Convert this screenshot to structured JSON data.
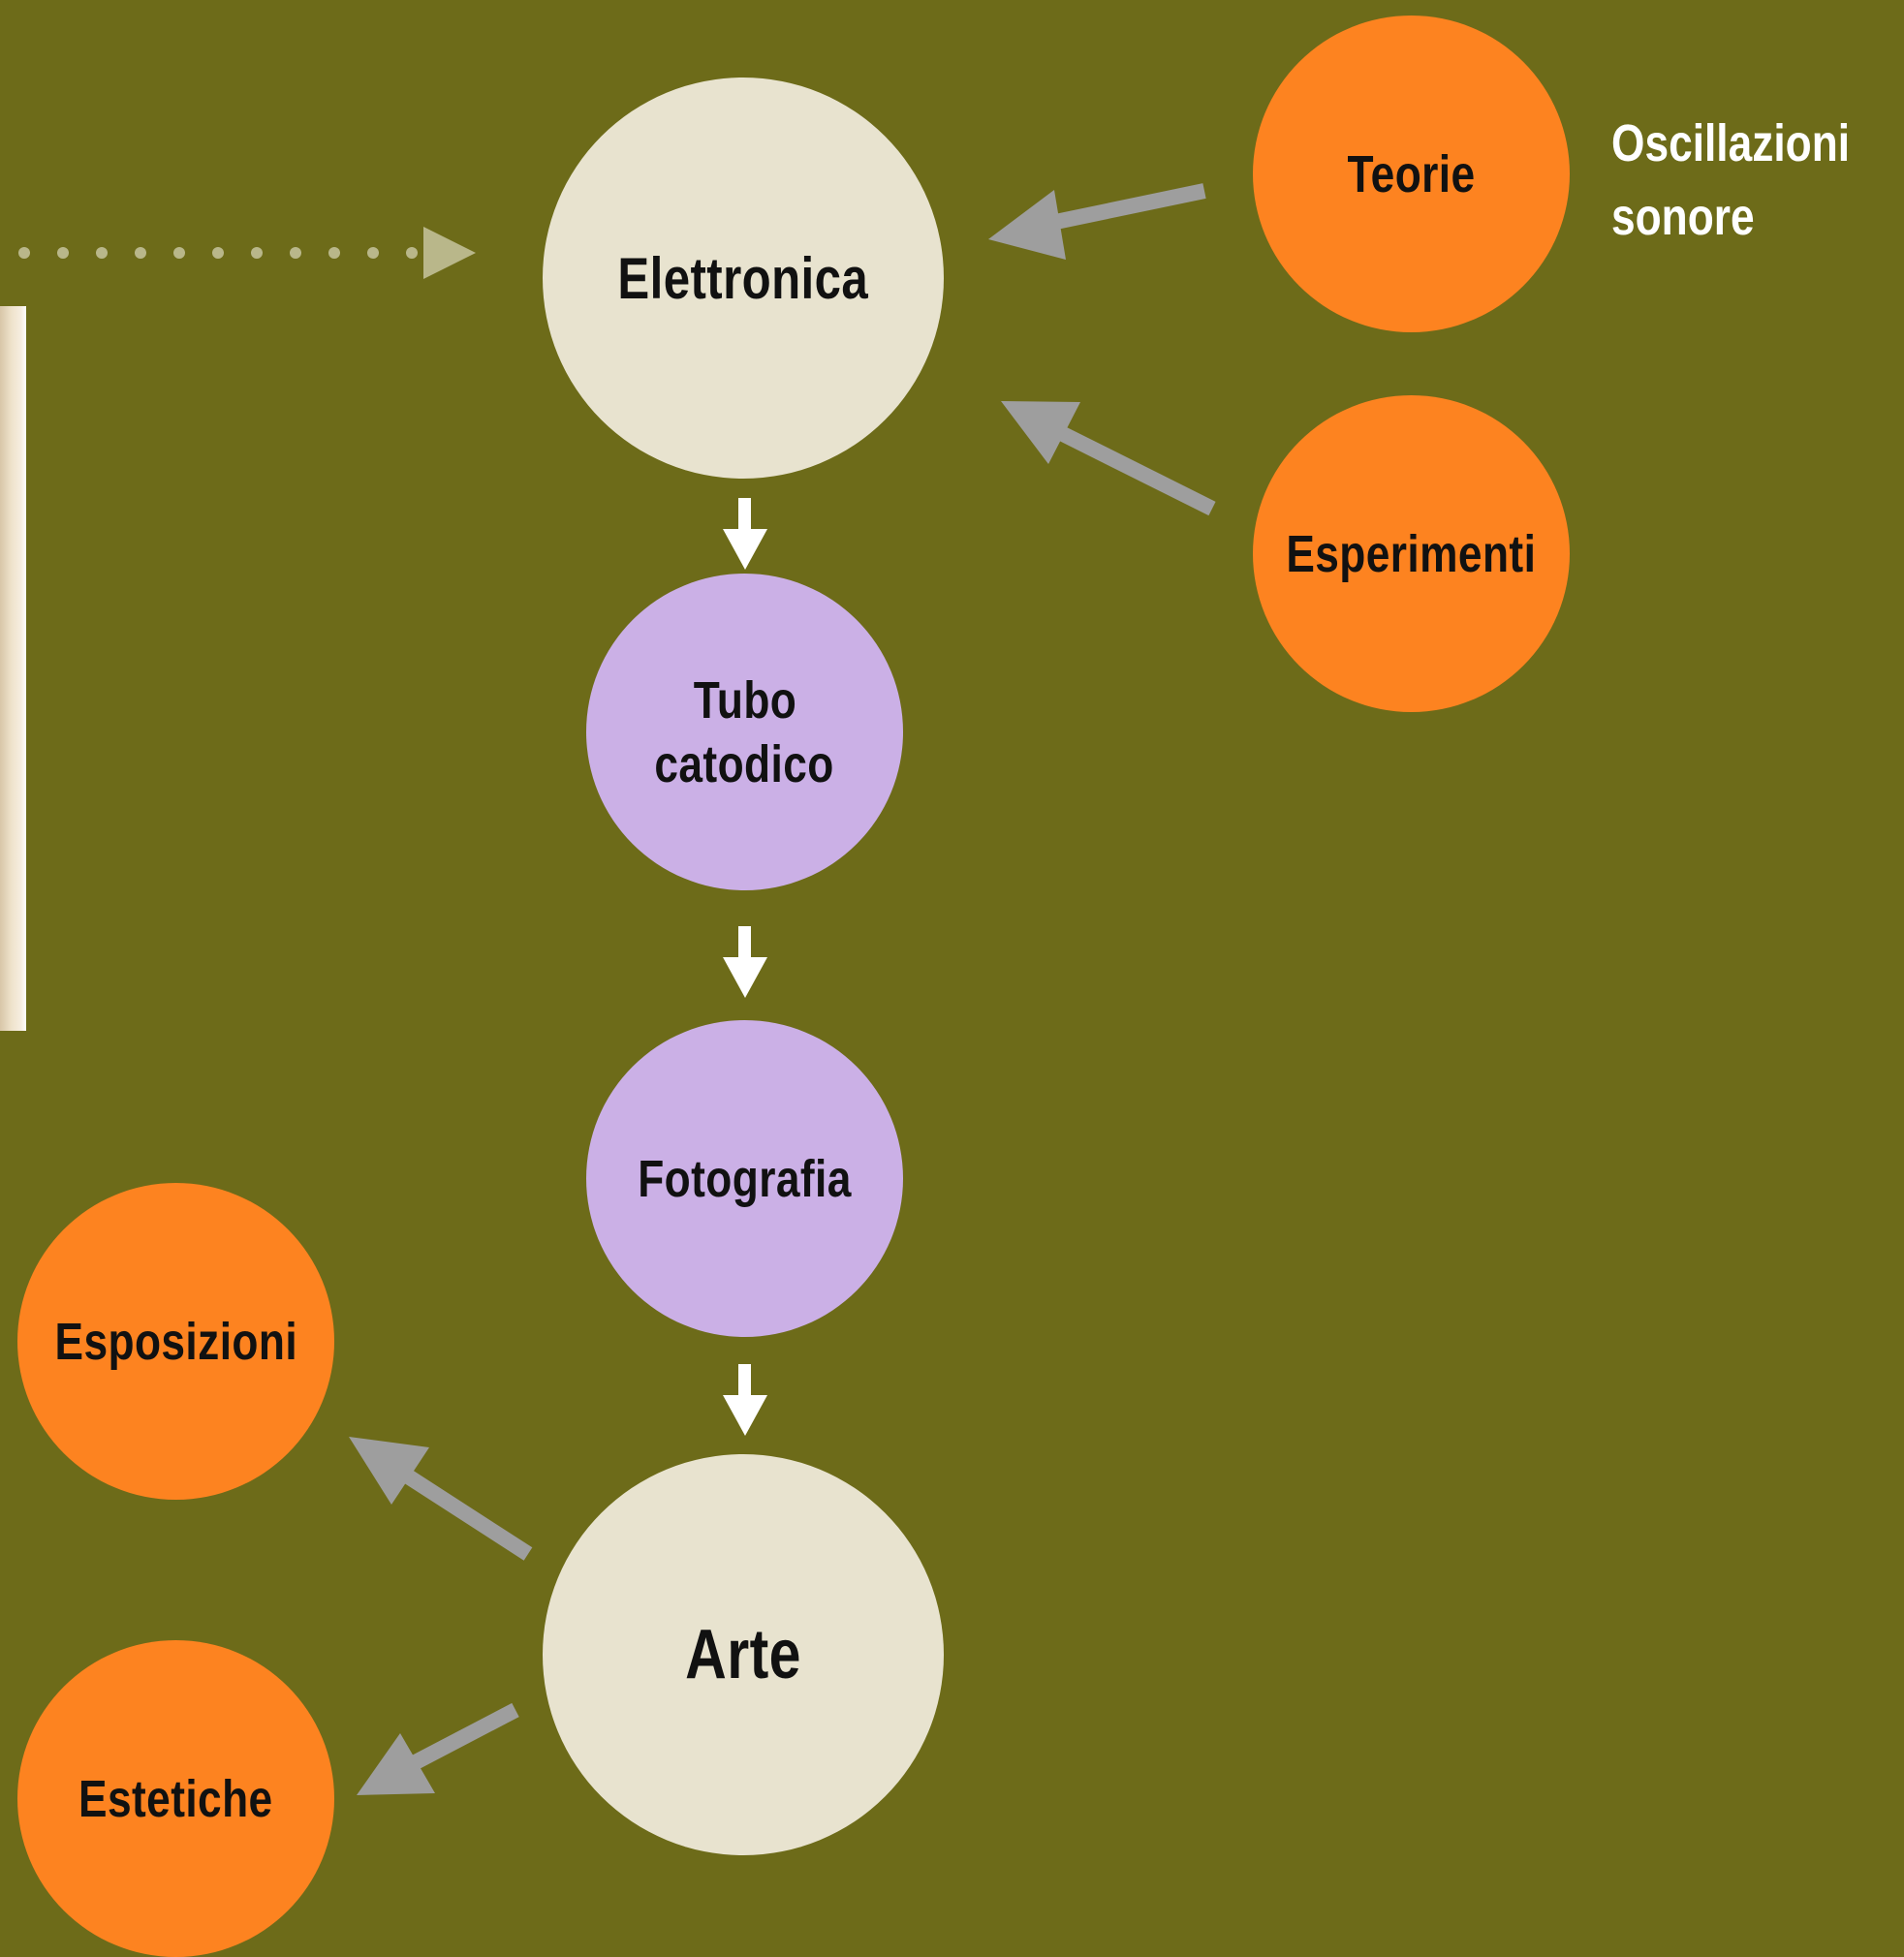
{
  "diagram": {
    "nodes": {
      "elettronica": "Elettronica",
      "teorie": "Teorie",
      "esperimenti": "Esperimenti",
      "tubo_catodico_line1": "Tubo",
      "tubo_catodico_line2": "catodico",
      "fotografia": "Fotografia",
      "arte": "Arte",
      "esposizioni": "Esposizioni",
      "estetiche": "Estetiche"
    },
    "side_note": {
      "line1": "Oscillazioni",
      "line2": "sonore"
    }
  },
  "colors": {
    "background": "#6d6b19",
    "core_node": "#e8e3cf",
    "media_node": "#cbb0e6",
    "satellite_node": "#fd8320",
    "gray_arrow": "#9e9e9e",
    "white_arrow": "#ffffff",
    "dotted_arrow": "#b9b78a"
  }
}
